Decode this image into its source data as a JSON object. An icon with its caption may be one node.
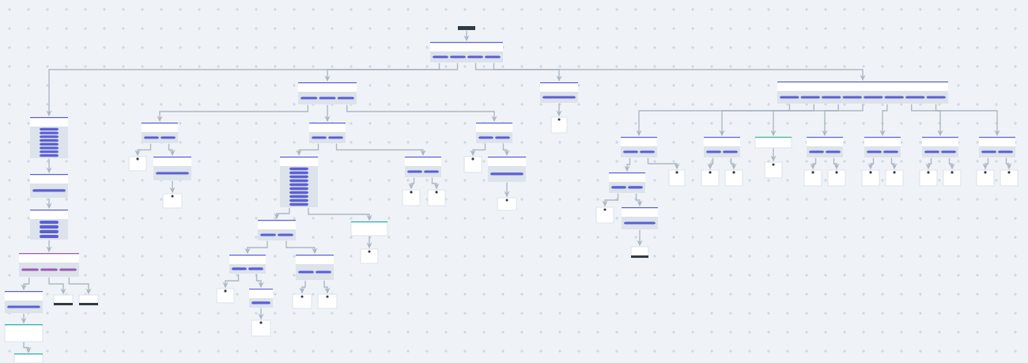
{
  "diagram": {
    "nodes": [
      {
        "text": [],
        "shape": "bar"
      },
      {
        "text": [],
        "shape": "box"
      },
      {
        "text": [],
        "shape": "box"
      },
      {
        "text": [],
        "shape": "box"
      },
      {
        "text": [],
        "shape": "box"
      },
      {
        "text": [],
        "shape": "box"
      },
      {
        "text": [],
        "shape": "box"
      },
      {
        "text": [],
        "shape": "box"
      },
      {
        "text": [],
        "shape": "box"
      },
      {
        "text": [],
        "shape": "box"
      },
      {
        "text": [],
        "shape": "box"
      },
      {
        "text": [],
        "shape": "box"
      },
      {
        "text": [],
        "shape": "box"
      },
      {
        "text": [],
        "shape": "box"
      },
      {
        "text": [],
        "shape": "box"
      },
      {
        "text": [],
        "shape": "box"
      },
      {
        "text": [],
        "shape": "box"
      },
      {
        "text": [],
        "shape": "box"
      },
      {
        "text": [],
        "shape": "box"
      },
      {
        "text": [],
        "shape": "box"
      },
      {
        "text": [],
        "shape": "box"
      },
      {
        "text": [],
        "shape": "box"
      },
      {
        "text": [],
        "shape": "box"
      },
      {
        "text": [],
        "shape": "box"
      },
      {
        "text": [],
        "shape": "box"
      },
      {
        "text": [],
        "shape": "box"
      },
      {
        "text": [],
        "shape": "box"
      },
      {
        "text": [],
        "shape": "box"
      },
      {
        "text": [],
        "shape": "box"
      },
      {
        "text": [],
        "shape": "box"
      },
      {
        "text": [],
        "shape": "box"
      },
      {
        "text": [],
        "shape": "box"
      },
      {
        "text": [],
        "shape": "box"
      },
      {
        "text": [],
        "shape": "box"
      },
      {
        "text": [],
        "shape": "box"
      },
      {
        "text": [],
        "shape": "box"
      },
      {
        "text": [],
        "shape": "box"
      },
      {
        "text": [],
        "shape": "box"
      },
      {
        "text": [],
        "shape": "box"
      },
      {
        "text": [],
        "shape": "box"
      },
      {
        "text": [],
        "shape": "box"
      },
      {
        "text": [],
        "shape": "box"
      },
      {
        "text": [],
        "shape": "box"
      },
      {
        "text": [],
        "shape": "box"
      },
      {
        "text": [],
        "shape": "box"
      },
      {
        "text": [],
        "shape": "box"
      },
      {
        "text": [],
        "shape": "box"
      },
      {
        "text": [],
        "shape": "box"
      },
      {
        "text": [],
        "shape": "box"
      },
      {
        "text": [],
        "shape": "box"
      },
      {
        "text": [],
        "shape": "box"
      },
      {
        "text": [],
        "shape": "box"
      },
      {
        "text": [],
        "shape": "box"
      },
      {
        "text": [],
        "shape": "box"
      },
      {
        "text": [],
        "shape": "box"
      },
      {
        "text": [],
        "shape": "box"
      },
      {
        "text": [],
        "shape": "box"
      },
      {
        "text": [],
        "shape": "box"
      },
      {
        "text": [],
        "shape": "box"
      },
      {
        "text": [],
        "shape": "box"
      },
      {
        "text": [],
        "shape": "box"
      }
    ],
    "edges": [
      {
        "from": 0,
        "to": 1,
        "arrow": "to"
      },
      {
        "from": 1,
        "to": 5,
        "arrow": "to"
      },
      {
        "from": 1,
        "to": 2,
        "arrow": "to"
      },
      {
        "from": 1,
        "to": 3,
        "arrow": "to"
      },
      {
        "from": 1,
        "to": 4,
        "arrow": "to"
      },
      {
        "from": 5,
        "to": 6,
        "arrow": "to"
      },
      {
        "from": 6,
        "to": 7,
        "arrow": "to"
      },
      {
        "from": 7,
        "to": 8,
        "arrow": "to"
      },
      {
        "from": 8,
        "to": 9,
        "arrow": "to"
      },
      {
        "from": 8,
        "to": 10,
        "arrow": "to"
      },
      {
        "from": 8,
        "to": 11,
        "arrow": "to"
      },
      {
        "from": 9,
        "to": 12,
        "arrow": "to"
      },
      {
        "from": 12,
        "to": 13,
        "arrow": "to"
      },
      {
        "from": 2,
        "to": 14,
        "arrow": "to"
      },
      {
        "from": 2,
        "to": 18,
        "arrow": "to"
      },
      {
        "from": 2,
        "to": 23,
        "arrow": "to"
      },
      {
        "from": 14,
        "to": 15,
        "arrow": "to"
      },
      {
        "from": 14,
        "to": 16,
        "arrow": "to"
      },
      {
        "from": 16,
        "to": 17,
        "arrow": "to"
      },
      {
        "from": 18,
        "to": 19,
        "arrow": "to"
      },
      {
        "from": 18,
        "to": 20,
        "arrow": "to"
      },
      {
        "from": 20,
        "to": 21,
        "arrow": "to"
      },
      {
        "from": 20,
        "to": 22,
        "arrow": "to"
      },
      {
        "from": 23,
        "to": 24,
        "arrow": "to"
      },
      {
        "from": 23,
        "to": 25,
        "arrow": "to"
      },
      {
        "from": 25,
        "to": 26,
        "arrow": "to"
      },
      {
        "from": 19,
        "to": 27,
        "arrow": "to"
      },
      {
        "from": 19,
        "to": 28,
        "arrow": "to"
      },
      {
        "from": 28,
        "to": 29,
        "arrow": "to"
      },
      {
        "from": 27,
        "to": 30,
        "arrow": "to"
      },
      {
        "from": 27,
        "to": 31,
        "arrow": "to"
      },
      {
        "from": 30,
        "to": 32,
        "arrow": "to"
      },
      {
        "from": 30,
        "to": 33,
        "arrow": "to"
      },
      {
        "from": 33,
        "to": 34,
        "arrow": "to"
      },
      {
        "from": 31,
        "to": 35,
        "arrow": "to"
      },
      {
        "from": 31,
        "to": 36,
        "arrow": "to"
      },
      {
        "from": 3,
        "to": 37,
        "arrow": "to"
      },
      {
        "from": 4,
        "to": 38,
        "arrow": "to"
      },
      {
        "from": 4,
        "to": 39,
        "arrow": "to"
      },
      {
        "from": 4,
        "to": 40,
        "arrow": "to"
      },
      {
        "from": 4,
        "to": 41,
        "arrow": "to"
      },
      {
        "from": 4,
        "to": 42,
        "arrow": "to"
      },
      {
        "from": 4,
        "to": 43,
        "arrow": "to"
      },
      {
        "from": 4,
        "to": 44,
        "arrow": "to"
      },
      {
        "from": 38,
        "to": 45,
        "arrow": "to"
      },
      {
        "from": 38,
        "to": 46,
        "arrow": "to"
      },
      {
        "from": 45,
        "to": 47,
        "arrow": "to"
      },
      {
        "from": 45,
        "to": 48,
        "arrow": "to"
      },
      {
        "from": 48,
        "to": 49,
        "arrow": "to"
      },
      {
        "from": 40,
        "to": 50,
        "arrow": "to"
      },
      {
        "from": 39,
        "to": 51,
        "arrow": "to"
      },
      {
        "from": 39,
        "to": 52,
        "arrow": "to"
      },
      {
        "from": 41,
        "to": 53,
        "arrow": "to"
      },
      {
        "from": 41,
        "to": 54,
        "arrow": "to"
      },
      {
        "from": 42,
        "to": 55,
        "arrow": "to"
      },
      {
        "from": 42,
        "to": 56,
        "arrow": "to"
      },
      {
        "from": 43,
        "to": 57,
        "arrow": "to"
      },
      {
        "from": 43,
        "to": 58,
        "arrow": "to"
      },
      {
        "from": 44,
        "to": 59,
        "arrow": "to"
      },
      {
        "from": 44,
        "to": 60,
        "arrow": "to"
      }
    ]
  }
}
